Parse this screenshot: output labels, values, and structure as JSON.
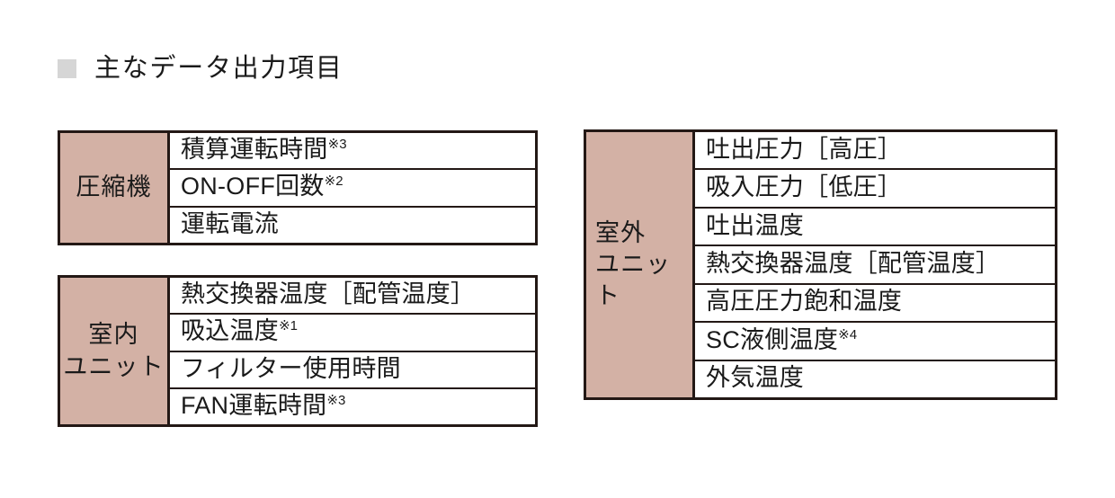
{
  "heading": {
    "bullet_icon": "square-bullet-icon",
    "bullet_color": "#d6d6d6",
    "title": "主なデータ出力項目"
  },
  "theme": {
    "header_cell_bg": "#d3b1a5",
    "border_color": "#231815",
    "page_bg": "#ffffff",
    "text_color": "#1a1a1a"
  },
  "tables": [
    {
      "id": "compressor",
      "header": "圧縮機",
      "rows": [
        {
          "label": "積算運転時間",
          "note": "※3"
        },
        {
          "label": "ON-OFF回数",
          "note": "※2"
        },
        {
          "label": "運転電流",
          "note": ""
        }
      ]
    },
    {
      "id": "indoor",
      "header": "室内\nユニット",
      "rows": [
        {
          "label": "熱交換器温度［配管温度］",
          "note": ""
        },
        {
          "label": "吸込温度",
          "note": "※1"
        },
        {
          "label": "フィルター使用時間",
          "note": ""
        },
        {
          "label": "FAN運転時間",
          "note": "※3"
        }
      ]
    },
    {
      "id": "outdoor",
      "header": "室外\nユニット",
      "rows": [
        {
          "label": "吐出圧力［高圧］",
          "note": ""
        },
        {
          "label": "吸入圧力［低圧］",
          "note": ""
        },
        {
          "label": "吐出温度",
          "note": ""
        },
        {
          "label": "熱交換器温度［配管温度］",
          "note": ""
        },
        {
          "label": "高圧圧力飽和温度",
          "note": ""
        },
        {
          "label": "SC液側温度",
          "note": "※4"
        },
        {
          "label": "外気温度",
          "note": ""
        }
      ]
    }
  ]
}
